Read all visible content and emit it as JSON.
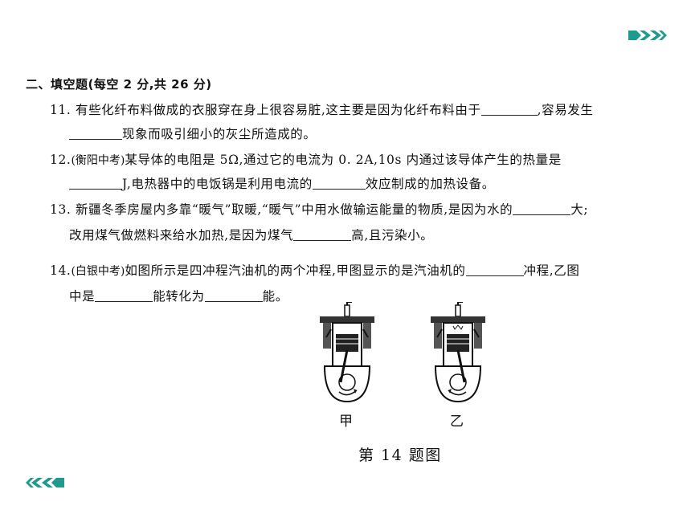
{
  "section_title": "二、填空题(每空 2 分,共 26 分)",
  "q11": {
    "line1_a": "11. 有些化纤布料做成的衣服穿在身上很容易脏,这主要是因为化纤布料由于",
    "line1_b": ",容易发生",
    "line2_b": "现象而吸引细小的灰尘所造成的。"
  },
  "q12": {
    "number": "12.",
    "source": "(衡阳中考)",
    "line1_b": "某导体的电阻是 5Ω,通过它的电流为 0. 2A,10s 内通过该导体产生的热量是",
    "line2_b": "J,电热器中的电饭锅是利用电流的",
    "line2_c": "效应制成的加热设备。"
  },
  "q13": {
    "line1_a": "13. 新疆冬季房屋内多靠“暖气”取暖,“暖气”中用水做输运能量的物质,是因为水的",
    "line1_b": "大;",
    "line2_a": "改用煤气做燃料来给水加热,是因为煤气",
    "line2_b": "高,且污染小。"
  },
  "q14": {
    "number": "14.",
    "source": "(白银中考)",
    "line1_b": "如图所示是四冲程汽油机的两个冲程,甲图显示的是汽油机的",
    "line1_c": "冲程,乙图",
    "line2_a": "中是",
    "line2_b": "能转化为",
    "line2_c": "能。"
  },
  "figure": {
    "label_left": "甲",
    "label_right": "乙",
    "caption": "第 14 题图"
  },
  "colors": {
    "nav_arrows": "#1f9a8e"
  }
}
